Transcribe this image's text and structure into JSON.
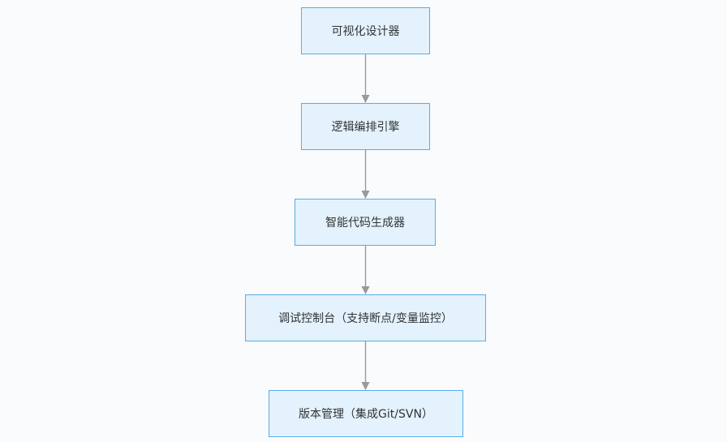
{
  "flowchart": {
    "nodes": [
      {
        "id": "n1",
        "label": "可视化设计器"
      },
      {
        "id": "n2",
        "label": "逻辑编排引擎"
      },
      {
        "id": "n3",
        "label": "智能代码生成器"
      },
      {
        "id": "n4",
        "label": "调试控制台（支持断点/变量监控）"
      },
      {
        "id": "n5",
        "label": "版本管理（集成Git/SVN）"
      }
    ],
    "edges": [
      {
        "from": "n1",
        "to": "n2"
      },
      {
        "from": "n2",
        "to": "n3"
      },
      {
        "from": "n3",
        "to": "n4"
      },
      {
        "from": "n4",
        "to": "n5"
      }
    ],
    "colors": {
      "node_fill": "#e3f2fd",
      "node_border": "#5aace6",
      "edge": "#999999",
      "background": "#fafbfc"
    }
  }
}
